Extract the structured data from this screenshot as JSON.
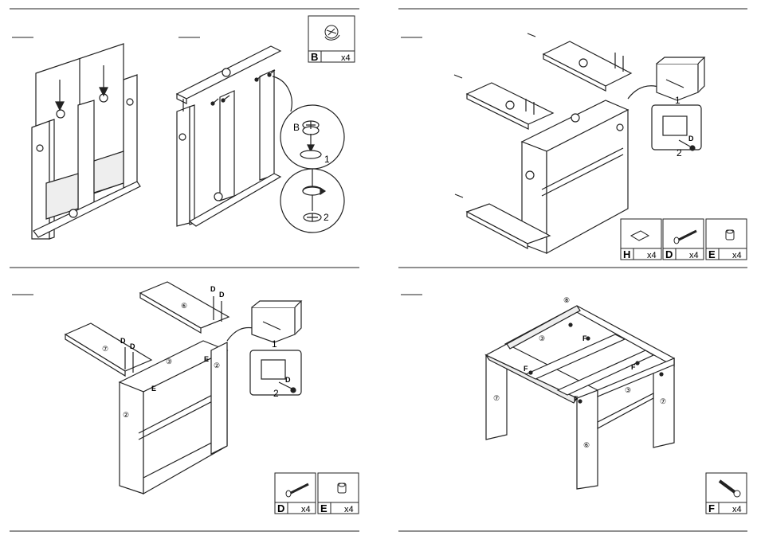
{
  "part_boxes": {
    "b": {
      "letter": "B",
      "qty": "x4"
    },
    "h": {
      "letter": "H",
      "qty": "x4"
    },
    "d1": {
      "letter": "D",
      "qty": "x4"
    },
    "e1": {
      "letter": "E",
      "qty": "x4"
    },
    "d2": {
      "letter": "D",
      "qty": "x4"
    },
    "e2": {
      "letter": "E",
      "qty": "x4"
    },
    "f": {
      "letter": "F",
      "qty": "x4"
    }
  },
  "detail_labels": {
    "cam_letter": "B",
    "cam_step_1": "1",
    "cam_step_2": "2",
    "step3_detail_1": "1",
    "step3_detail_2": "2",
    "step3_d": "D",
    "step4_detail_1": "1",
    "step4_detail_2": "2",
    "step4_d": "D"
  },
  "step4_labels": {
    "panel_6": "⑥",
    "panel_7": "⑦",
    "panel_3": "③",
    "panel_2_top": "②",
    "panel_2_side": "②",
    "d_a": "D",
    "d_b": "D",
    "d_c": "D",
    "d_d": "D",
    "e_a": "E",
    "e_b": "E"
  },
  "step5_labels": {
    "panel_8": "⑧",
    "panel_3_back": "③",
    "panel_3_front": "③",
    "panel_7_left": "⑦",
    "panel_7_right": "⑦",
    "panel_6": "⑥",
    "f_a": "F",
    "f_b": "F",
    "f_c": "F",
    "f_d": "F"
  }
}
